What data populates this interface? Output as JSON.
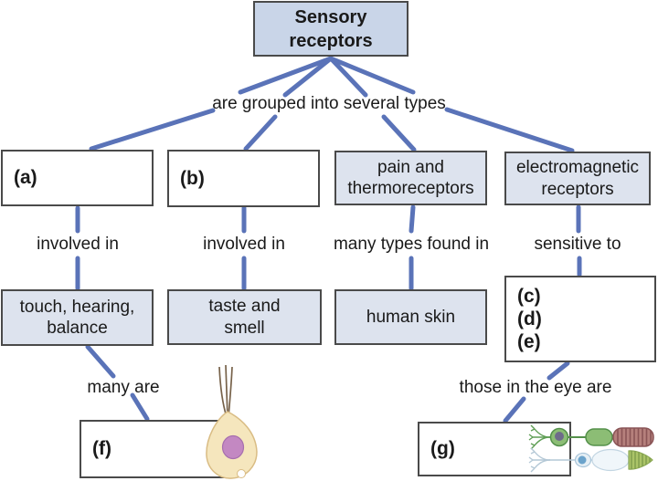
{
  "figure": {
    "root_label": "Sensory\nreceptors",
    "grouping_label": "are grouped into several types",
    "type_row": {
      "a_letter": "(a)",
      "b_letter": "(b)",
      "pain_label": "pain and\nthermoreceptors",
      "em_label": "electromagnetic\nreceptors"
    },
    "relation_row": {
      "a": "involved in",
      "b": "involved in",
      "pain": "many types found in",
      "em": "sensitive to"
    },
    "function_row": {
      "touch_label": "touch, hearing,\nbalance",
      "taste_label": "taste and\nsmell",
      "skin_label": "human skin",
      "cde_letters": [
        "(c)",
        "(d)",
        "(e)"
      ]
    },
    "bottom_relations": {
      "f": "many are",
      "g": "those in the eye are"
    },
    "bottom_row": {
      "f_letter": "(f)",
      "g_letter": "(g)"
    },
    "illustrations": {
      "hair_cell": "hair-cell",
      "rod": "rod-photoreceptor",
      "cone": "cone-photoreceptor"
    },
    "colors": {
      "connector_blue": "#5a73b8",
      "root_fill": "#c9d5e8",
      "node_fill": "#dde3ee",
      "box_border": "#4a4a4a",
      "text": "#1a1a1a",
      "hair_cell_body": "#f5e6bd",
      "hair_cell_nucleus": "#c388c2",
      "rod_green": "#8cbd75",
      "rod_outer_segment": "#b5807c",
      "cone_pale": "#f0f6fa",
      "cone_outer_segment": "#abc468"
    }
  }
}
